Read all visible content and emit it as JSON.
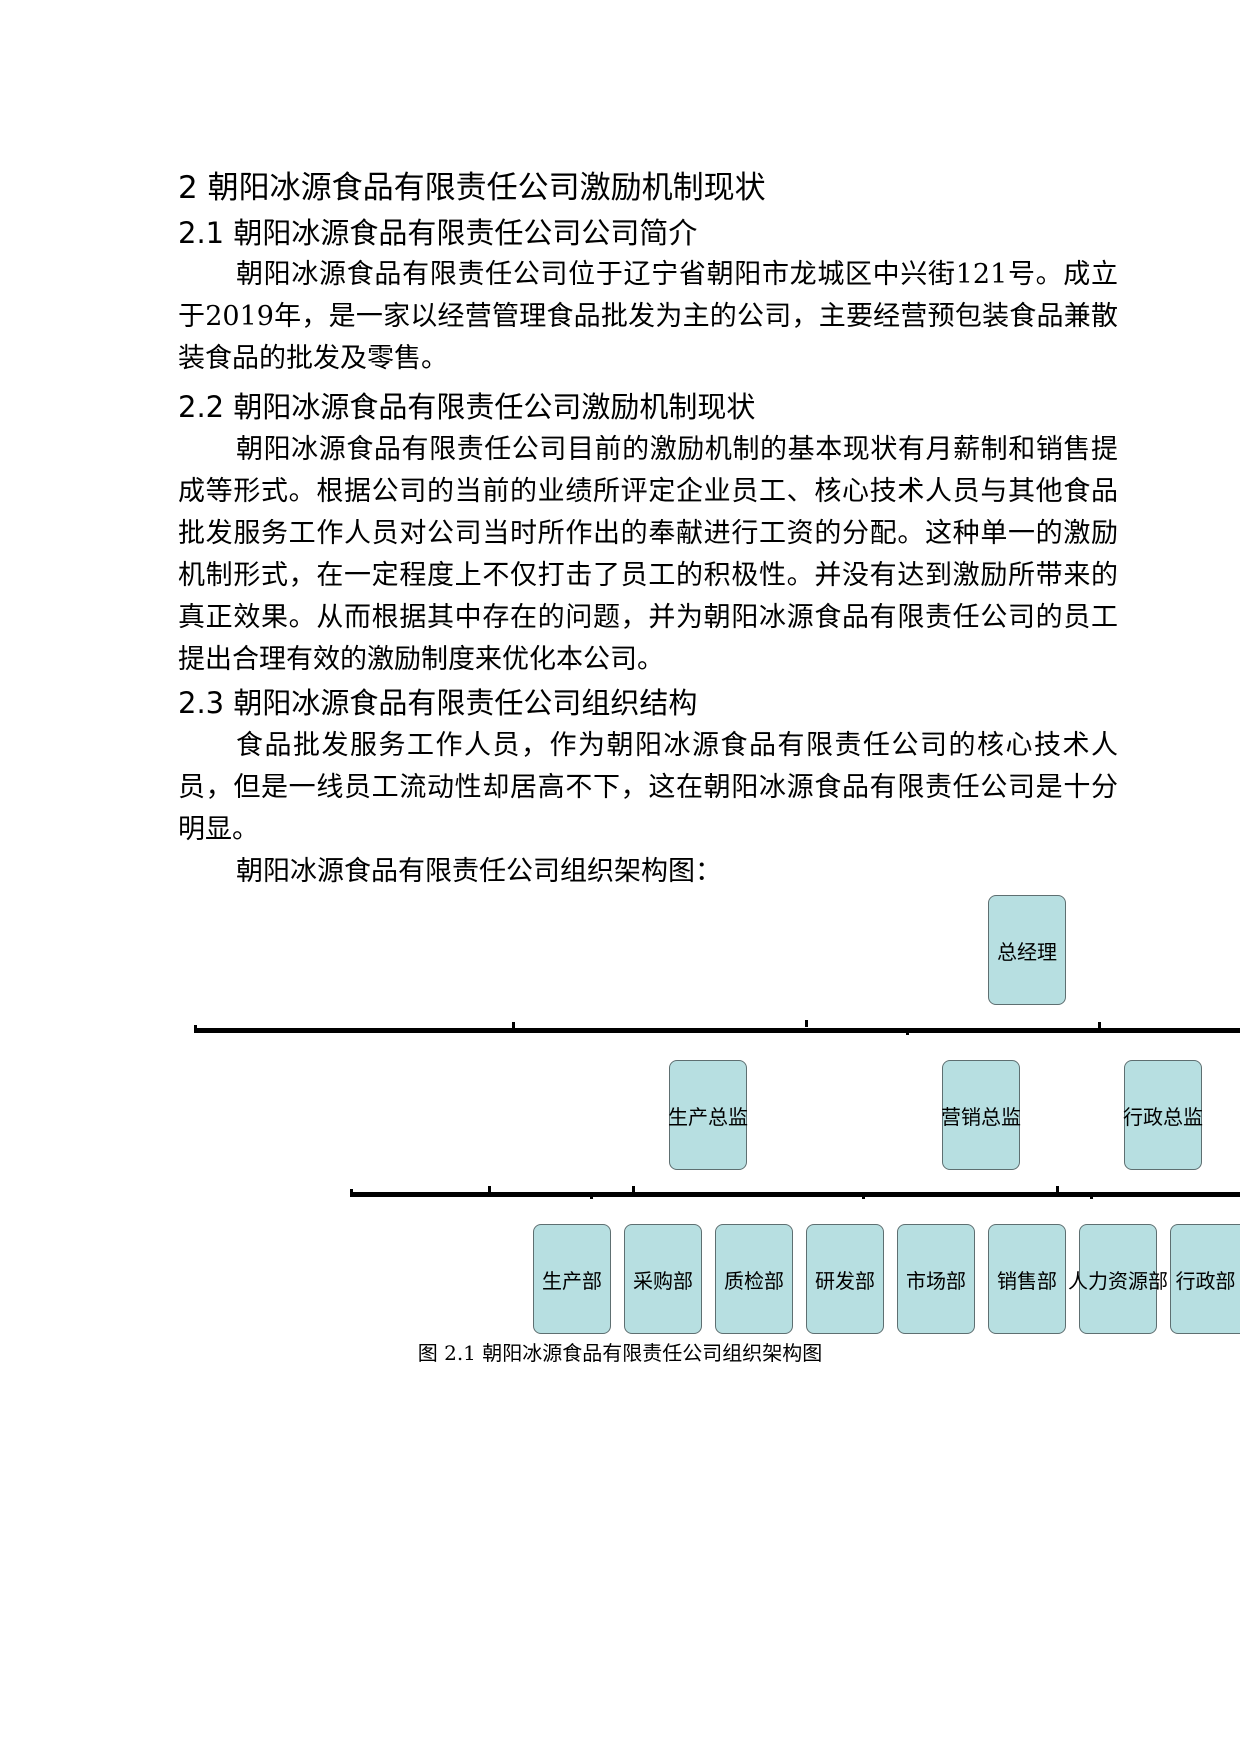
{
  "headings": {
    "h1": "2  朝阳冰源食品有限责任公司激励机制现状",
    "h2_1": "2.1 朝阳冰源食品有限责任公司公司简介",
    "h2_2": "2.2 朝阳冰源食品有限责任公司激励机制现状",
    "h2_3": "2.3 朝阳冰源食品有限责任公司组织结构"
  },
  "paragraphs": {
    "p1": "朝阳冰源食品有限责任公司位于辽宁省朝阳市龙城区中兴街121号。成立于2019年，是一家以经营管理食品批发为主的公司，主要经营预包装食品兼散装食品的批发及零售。",
    "p2": "朝阳冰源食品有限责任公司目前的激励机制的基本现状有月薪制和销售提成等形式。根据公司的当前的业绩所评定企业员工、核心技术人员与其他食品批发服务工作人员对公司当时所作出的奉献进行工资的分配。这种单一的激励机制形式，在一定程度上不仅打击了员工的积极性。并没有达到激励所带来的真正效果。从而根据其中存在的问题，并为朝阳冰源食品有限责任公司的员工提出合理有效的激励制度来优化本公司。",
    "p3": "食品批发服务工作人员，作为朝阳冰源食品有限责任公司的核心技术人员，但是一线员工流动性却居高不下，这在朝阳冰源食品有限责任公司是十分明显。",
    "p4": "朝阳冰源食品有限责任公司组织架构图："
  },
  "org_chart": {
    "top": "总经理",
    "directors": [
      "生产总监",
      "营销总监",
      "行政总监"
    ],
    "departments": [
      "生产部",
      "采购部",
      "质检部",
      "研发部",
      "市场部",
      "销售部",
      "人力资源部",
      "行政部"
    ]
  },
  "caption": "图 2.1 朝阳冰源食品有限责任公司组织架构图",
  "colors": {
    "box_fill": "#b7dfe1",
    "box_border": "#5e6f71",
    "line": "#000000"
  }
}
